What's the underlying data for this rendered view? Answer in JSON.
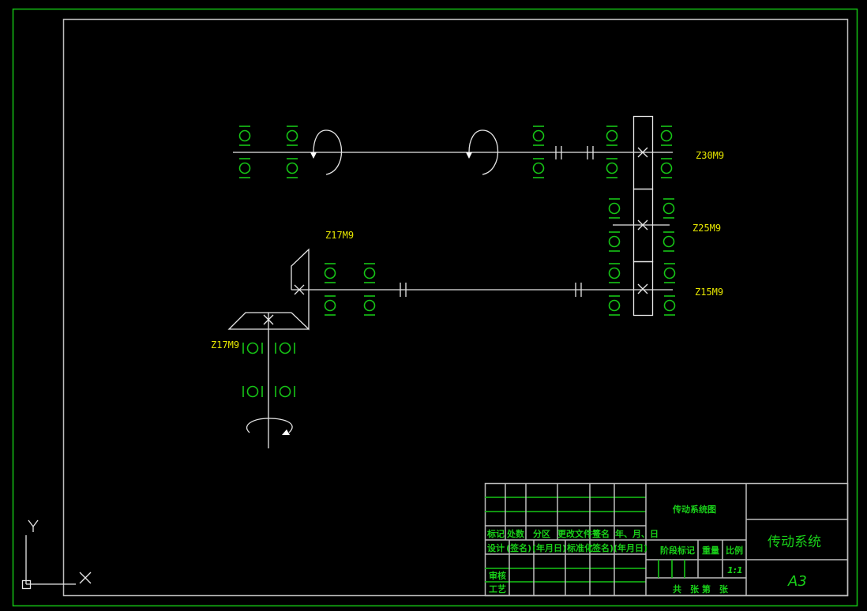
{
  "drawing": {
    "background": "#000000",
    "colors": {
      "line": "#e6e6e6",
      "bearing": "#16c516",
      "gear_label": "#e6e600",
      "title_text": "#19d019",
      "border": "#14c214"
    },
    "gear_labels": {
      "z30": "Z30M9",
      "z25": "Z25M9",
      "z15": "Z15M9",
      "bevel_top": "Z17M9",
      "bevel_left": "Z17M9"
    },
    "ucs": {
      "x_label": "X",
      "y_label": "Y"
    }
  },
  "title_block": {
    "revision_headers": [
      "标记",
      "处数",
      "分区",
      "更改文件号",
      "签名",
      "年、月、日"
    ],
    "sign_headers": [
      "设计",
      "(签名)",
      "(年月日)",
      "标准化",
      "(签名)",
      "(年月日)"
    ],
    "review_label": "审核",
    "process_label": "工艺",
    "drawing_name": "传动系统图",
    "stage_mark": "阶段标记",
    "weight": "重量",
    "scale_label": "比例",
    "scale_value": "1:1",
    "sheets": "共　张 第　张",
    "part_name": "传动系统",
    "sheet_size": "A3"
  }
}
